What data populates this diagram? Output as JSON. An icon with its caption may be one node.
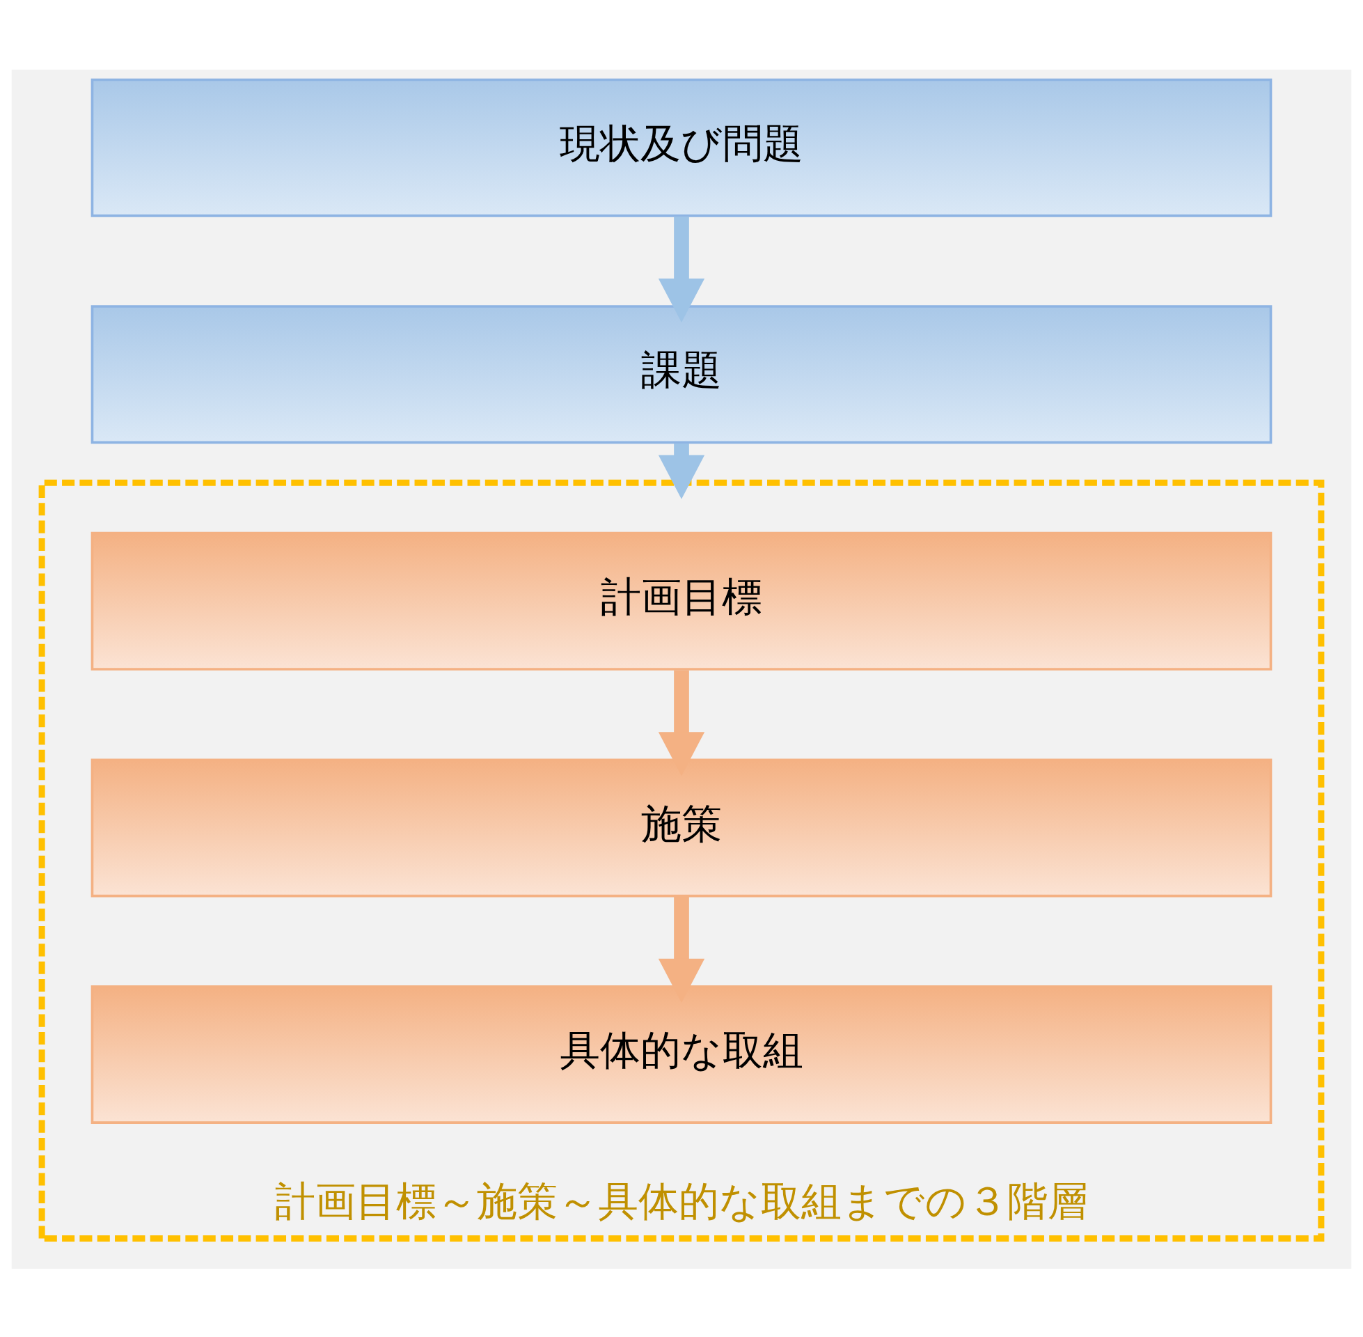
{
  "diagram": {
    "nodes": [
      {
        "text": [
          "現状及び問題"
        ]
      },
      {
        "text": [
          "課題"
        ]
      },
      {
        "text": [
          "計画目標～施策～具体的な取組までの３階層"
        ]
      },
      {
        "text": [
          "計画目標"
        ],
        "in": 2
      },
      {
        "text": [
          "施策"
        ],
        "in": 2
      },
      {
        "text": [
          "具体的な取組"
        ],
        "in": 2
      }
    ],
    "edges": [
      {
        "from": 0,
        "to": 1,
        "arrow": "to",
        "color": "#9dc3e6"
      },
      {
        "from": 1,
        "to": 2,
        "arrow": "to",
        "color": "#9dc3e6"
      },
      {
        "from": 3,
        "to": 4,
        "arrow": "to",
        "color": "#f4b183"
      },
      {
        "from": 4,
        "to": 5,
        "arrow": "to",
        "color": "#f4b183"
      }
    ]
  }
}
